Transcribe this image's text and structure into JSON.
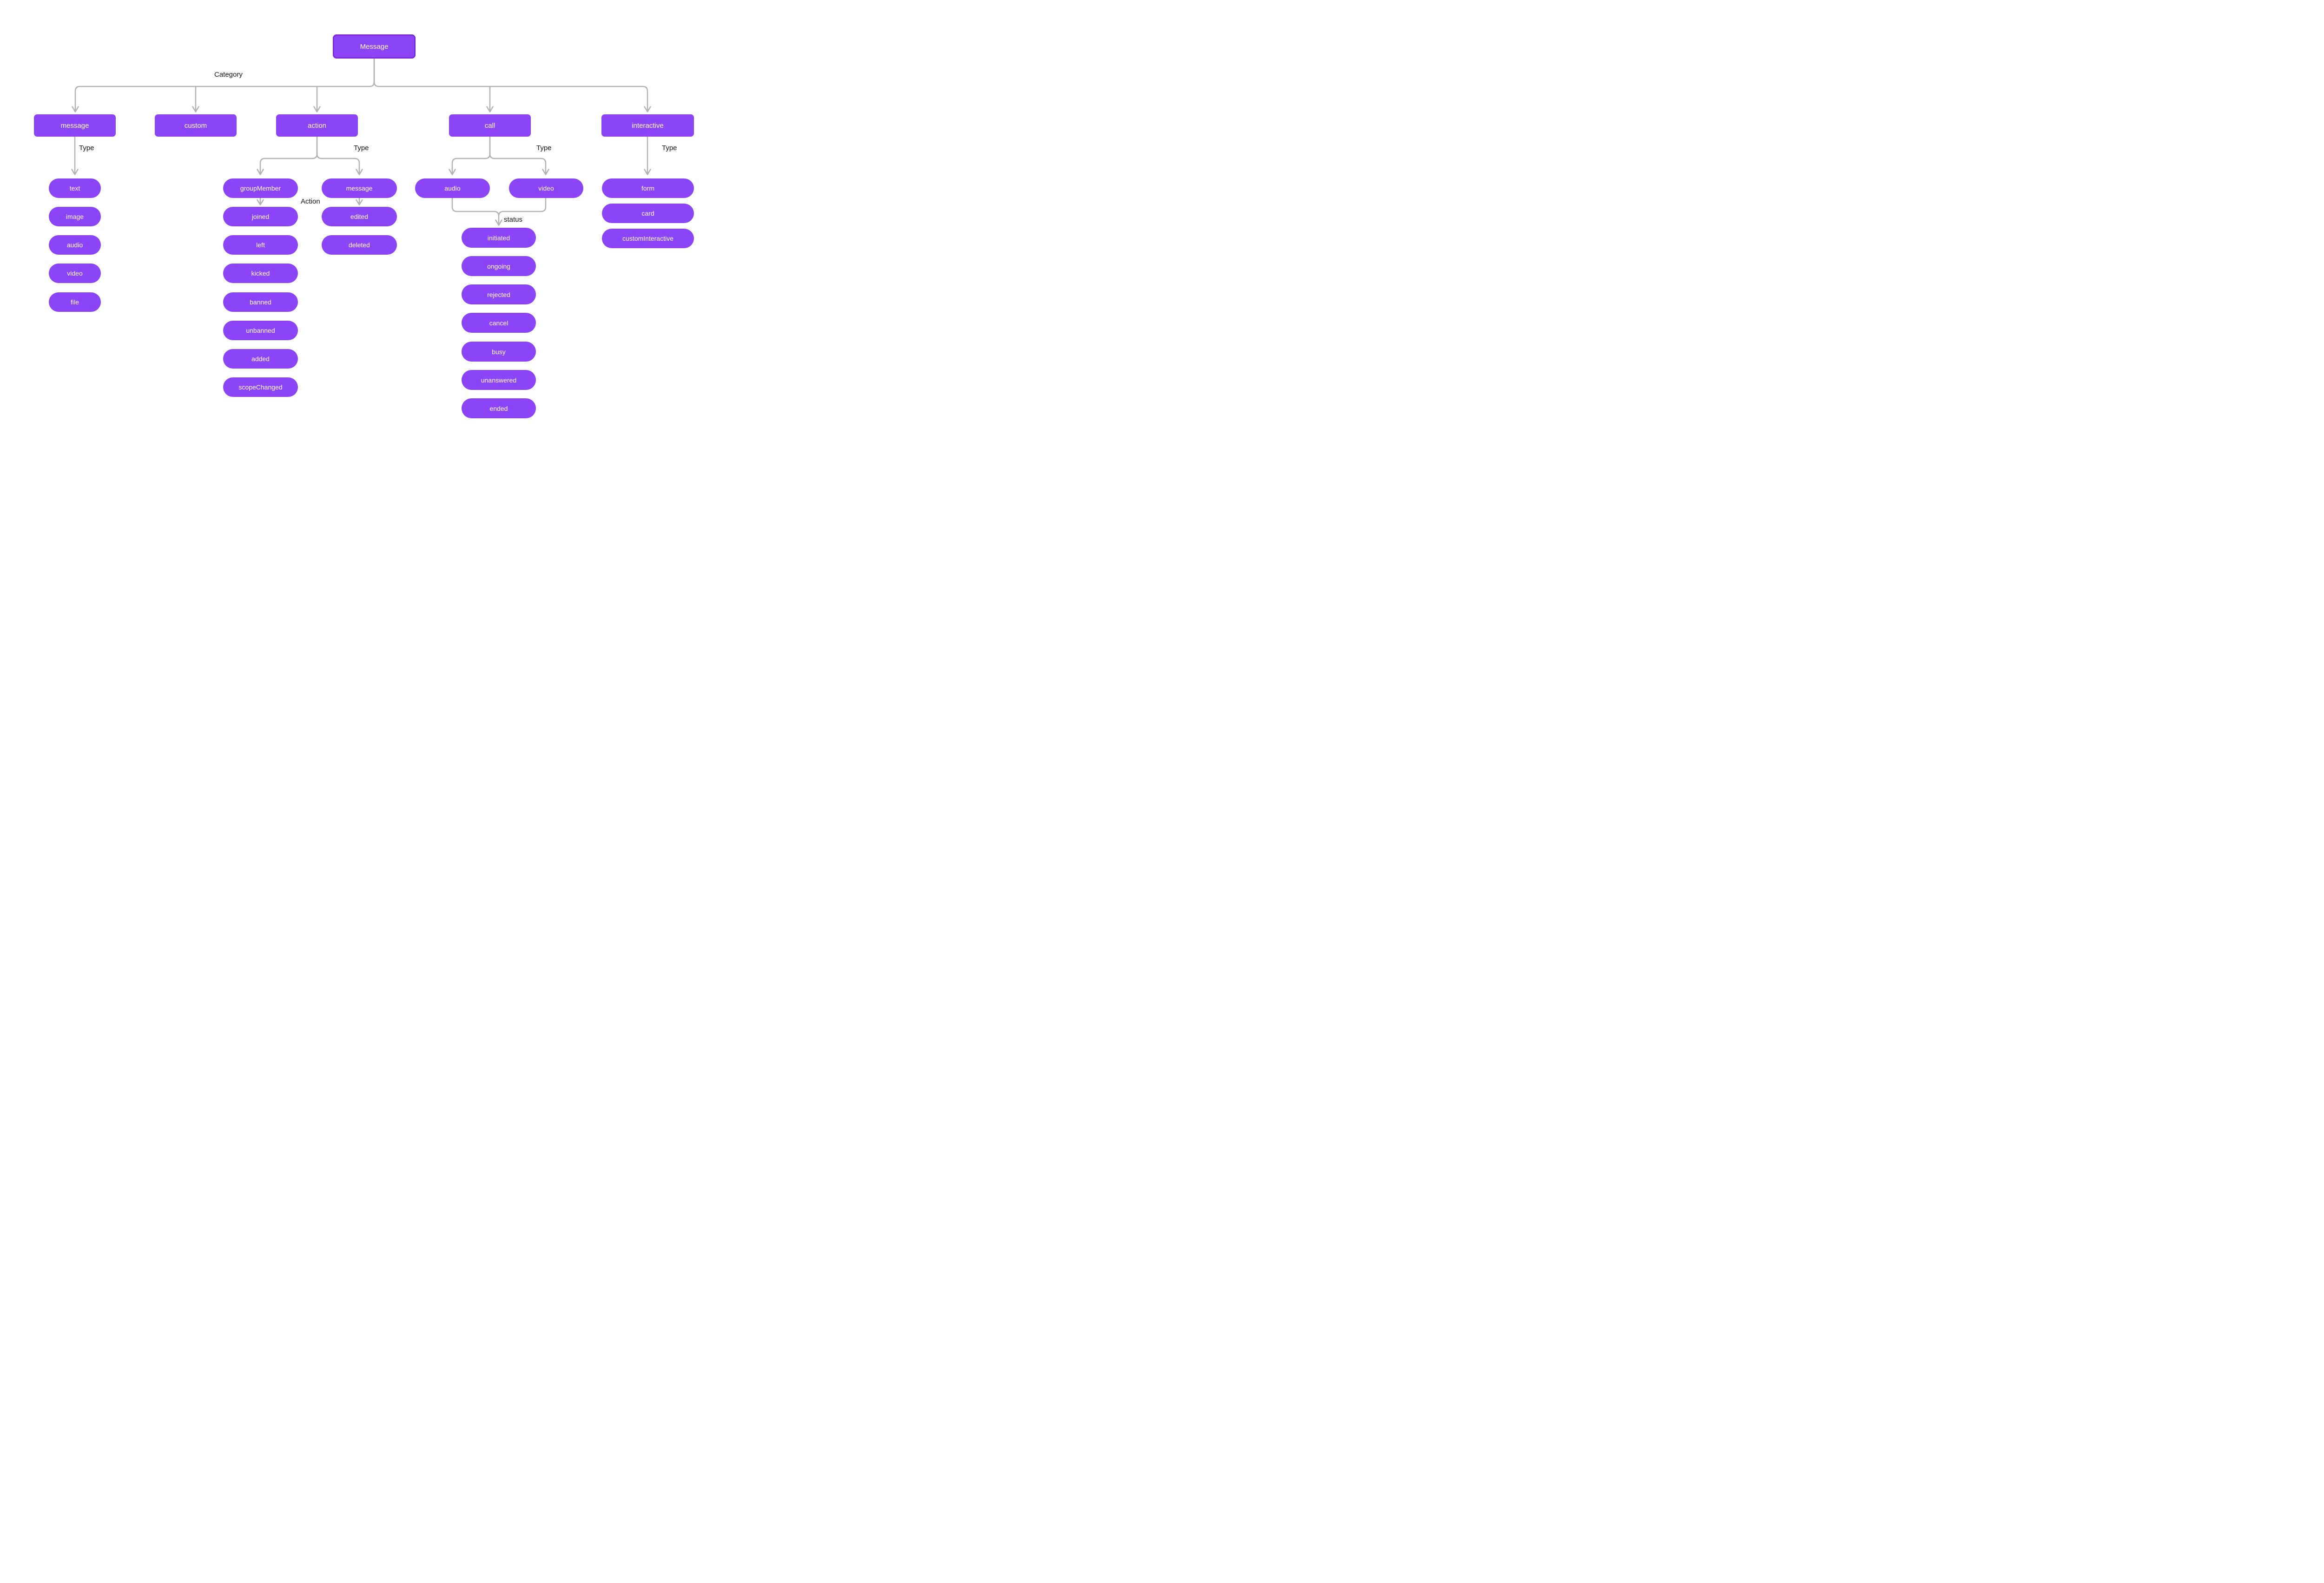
{
  "colors": {
    "node_fill": "#8b45f6",
    "root_border": "#7a2ed9",
    "connector": "#b2b2b2",
    "label_text": "#141414",
    "node_text": "#ffffff",
    "background": "#ffffff"
  },
  "root": {
    "label": "Message"
  },
  "edge_labels": {
    "category": "Category",
    "message_type": "Type",
    "action_type": "Type",
    "call_type": "Type",
    "interactive_type": "Type",
    "group_member_action": "Action",
    "call_status": "status"
  },
  "categories": {
    "message": {
      "label": "message",
      "types": [
        "text",
        "image",
        "audio",
        "video",
        "file"
      ]
    },
    "custom": {
      "label": "custom"
    },
    "action": {
      "label": "action",
      "types": [
        "groupMember",
        "message"
      ],
      "group_member_actions": [
        "joined",
        "left",
        "kicked",
        "banned",
        "unbanned",
        "added",
        "scopeChanged"
      ],
      "message_actions": [
        "edited",
        "deleted"
      ]
    },
    "call": {
      "label": "call",
      "types": [
        "audio",
        "video"
      ],
      "statuses": [
        "initiated",
        "ongoing",
        "rejected",
        "cancel",
        "busy",
        "unanswered",
        "ended"
      ]
    },
    "interactive": {
      "label": "interactive",
      "types": [
        "form",
        "card",
        "customInteractive"
      ]
    }
  }
}
